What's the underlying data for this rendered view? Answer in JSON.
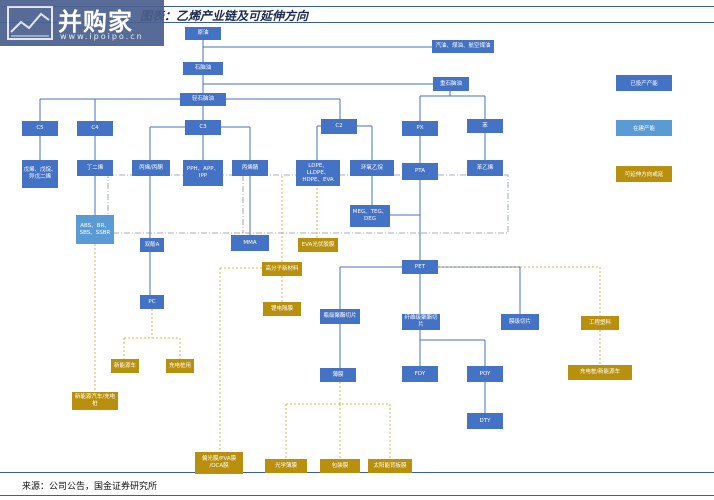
{
  "brand": {
    "name": "并购家",
    "url": "www.ipoipo.cn"
  },
  "title": "图表：乙烯产业链及可延伸方向",
  "source": "来源：公司公告，国金证券研究所",
  "legend": {
    "existing": "已投产产能",
    "building": "在建产能",
    "extension": "可延伸方向或延"
  },
  "nodes": {
    "crude": "原油",
    "fuel": "汽油、煤油、航空煤油",
    "naphtha": "石脑油",
    "ethylene_cracking": "轻石脑油",
    "reforming": "重石脑油",
    "c5": "C5",
    "c4": "C4",
    "c3": "C3",
    "c2": "C2",
    "px": "PX",
    "benzene": "苯",
    "c5_derivs": "戊烯、戊烷、\n异戊二烯",
    "butadiene": "丁二烯",
    "acrylic": "丙烯/丙酮",
    "pp": "PPH、APP、\nIPP",
    "propylene_ox": "丙烯腈",
    "pe": "LDPE、LLDPE、\nHDPE、EVA",
    "eo": "环氧乙烷",
    "pta": "PTA",
    "styrene": "苯乙烯",
    "abs": "ABS、BR、\nSBS、SSBR",
    "meg": "MEG、TEG、\nDEG",
    "bisphenol": "双酚A",
    "mma": "MMA",
    "eva_pv": "EVA光伏胶膜",
    "polymer_materials": "高分子新材料",
    "pc": "PC",
    "battery_film": "锂电隔膜",
    "pet": "PET",
    "bottle_chip": "瓶级聚酯切片",
    "fiber_chip": "纤维级聚酯切片",
    "film_chip": "膜级切片",
    "engineering_plastics": "工程塑料",
    "new_energy_car": "新能源车",
    "charging_pile": "充电桩用",
    "pcb": "新能源汽车/充电桩",
    "film": "薄膜",
    "fdy": "FDY",
    "poy": "POY",
    "charging_car": "充电桩/新能源车",
    "dty": "DTY",
    "pva_film": "偏光膜/PVA膜\n/OCA膜",
    "optical_film": "光学薄膜",
    "packaging_film": "包装膜",
    "solar_backsheet": "太阳能背板膜"
  }
}
